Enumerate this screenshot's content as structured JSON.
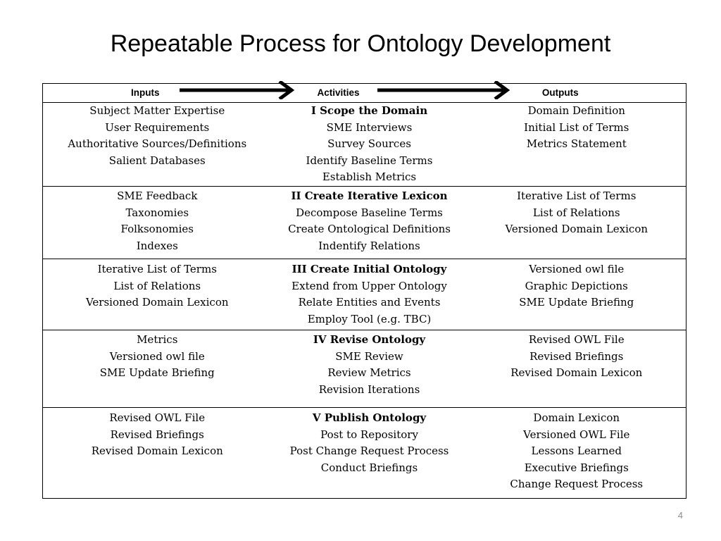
{
  "slide": {
    "title": "Repeatable Process for Ontology Development",
    "page_number": "4"
  },
  "table": {
    "headers": [
      "Inputs",
      "Activities",
      "Outputs"
    ],
    "rows": [
      {
        "inputs": [
          "Subject Matter Expertise",
          "User Requirements",
          "Authoritative Sources/Definitions",
          "Salient Databases"
        ],
        "activity_title": "I Scope the Domain",
        "activities": [
          "SME Interviews",
          "Survey Sources",
          "Identify Baseline Terms",
          "Establish Metrics"
        ],
        "outputs": [
          "Domain Definition",
          "Initial List of Terms",
          "Metrics Statement"
        ]
      },
      {
        "inputs": [
          "SME Feedback",
          "Taxonomies",
          "Folksonomies",
          "Indexes"
        ],
        "activity_title": "II Create Iterative Lexicon",
        "activities": [
          "Decompose Baseline Terms",
          "Create Ontological Definitions",
          "Indentify Relations"
        ],
        "outputs": [
          "Iterative List of Terms",
          "List of Relations",
          "Versioned Domain Lexicon"
        ]
      },
      {
        "inputs": [
          "Iterative List of Terms",
          "List of Relations",
          "Versioned Domain Lexicon"
        ],
        "activity_title": "III Create Initial Ontology",
        "activities": [
          "Extend from Upper Ontology",
          "Relate Entities and Events",
          "Employ Tool (e.g. TBC)"
        ],
        "outputs": [
          "Versioned owl file",
          "Graphic Depictions",
          "SME Update Briefing"
        ]
      },
      {
        "inputs": [
          "Metrics",
          "Versioned owl file",
          "SME Update Briefing"
        ],
        "activity_title": "IV Revise Ontology",
        "activities": [
          "SME Review",
          "Review Metrics",
          "Revision Iterations"
        ],
        "outputs": [
          "Revised OWL File",
          "Revised Briefings",
          "Revised Domain Lexicon"
        ]
      },
      {
        "inputs": [
          "Revised OWL File",
          "Revised Briefings",
          "Revised Domain Lexicon"
        ],
        "activity_title": "V Publish Ontology",
        "activities": [
          "Post to Repository",
          "Post Change Request Process",
          "Conduct Briefings"
        ],
        "outputs": [
          "Domain Lexicon",
          "Versioned OWL File",
          "Lessons Learned",
          "Executive Briefings",
          "Change Request Process"
        ]
      }
    ]
  },
  "icons": {
    "flow_arrow_1": "arrow-right-icon",
    "flow_arrow_2": "arrow-right-icon"
  }
}
